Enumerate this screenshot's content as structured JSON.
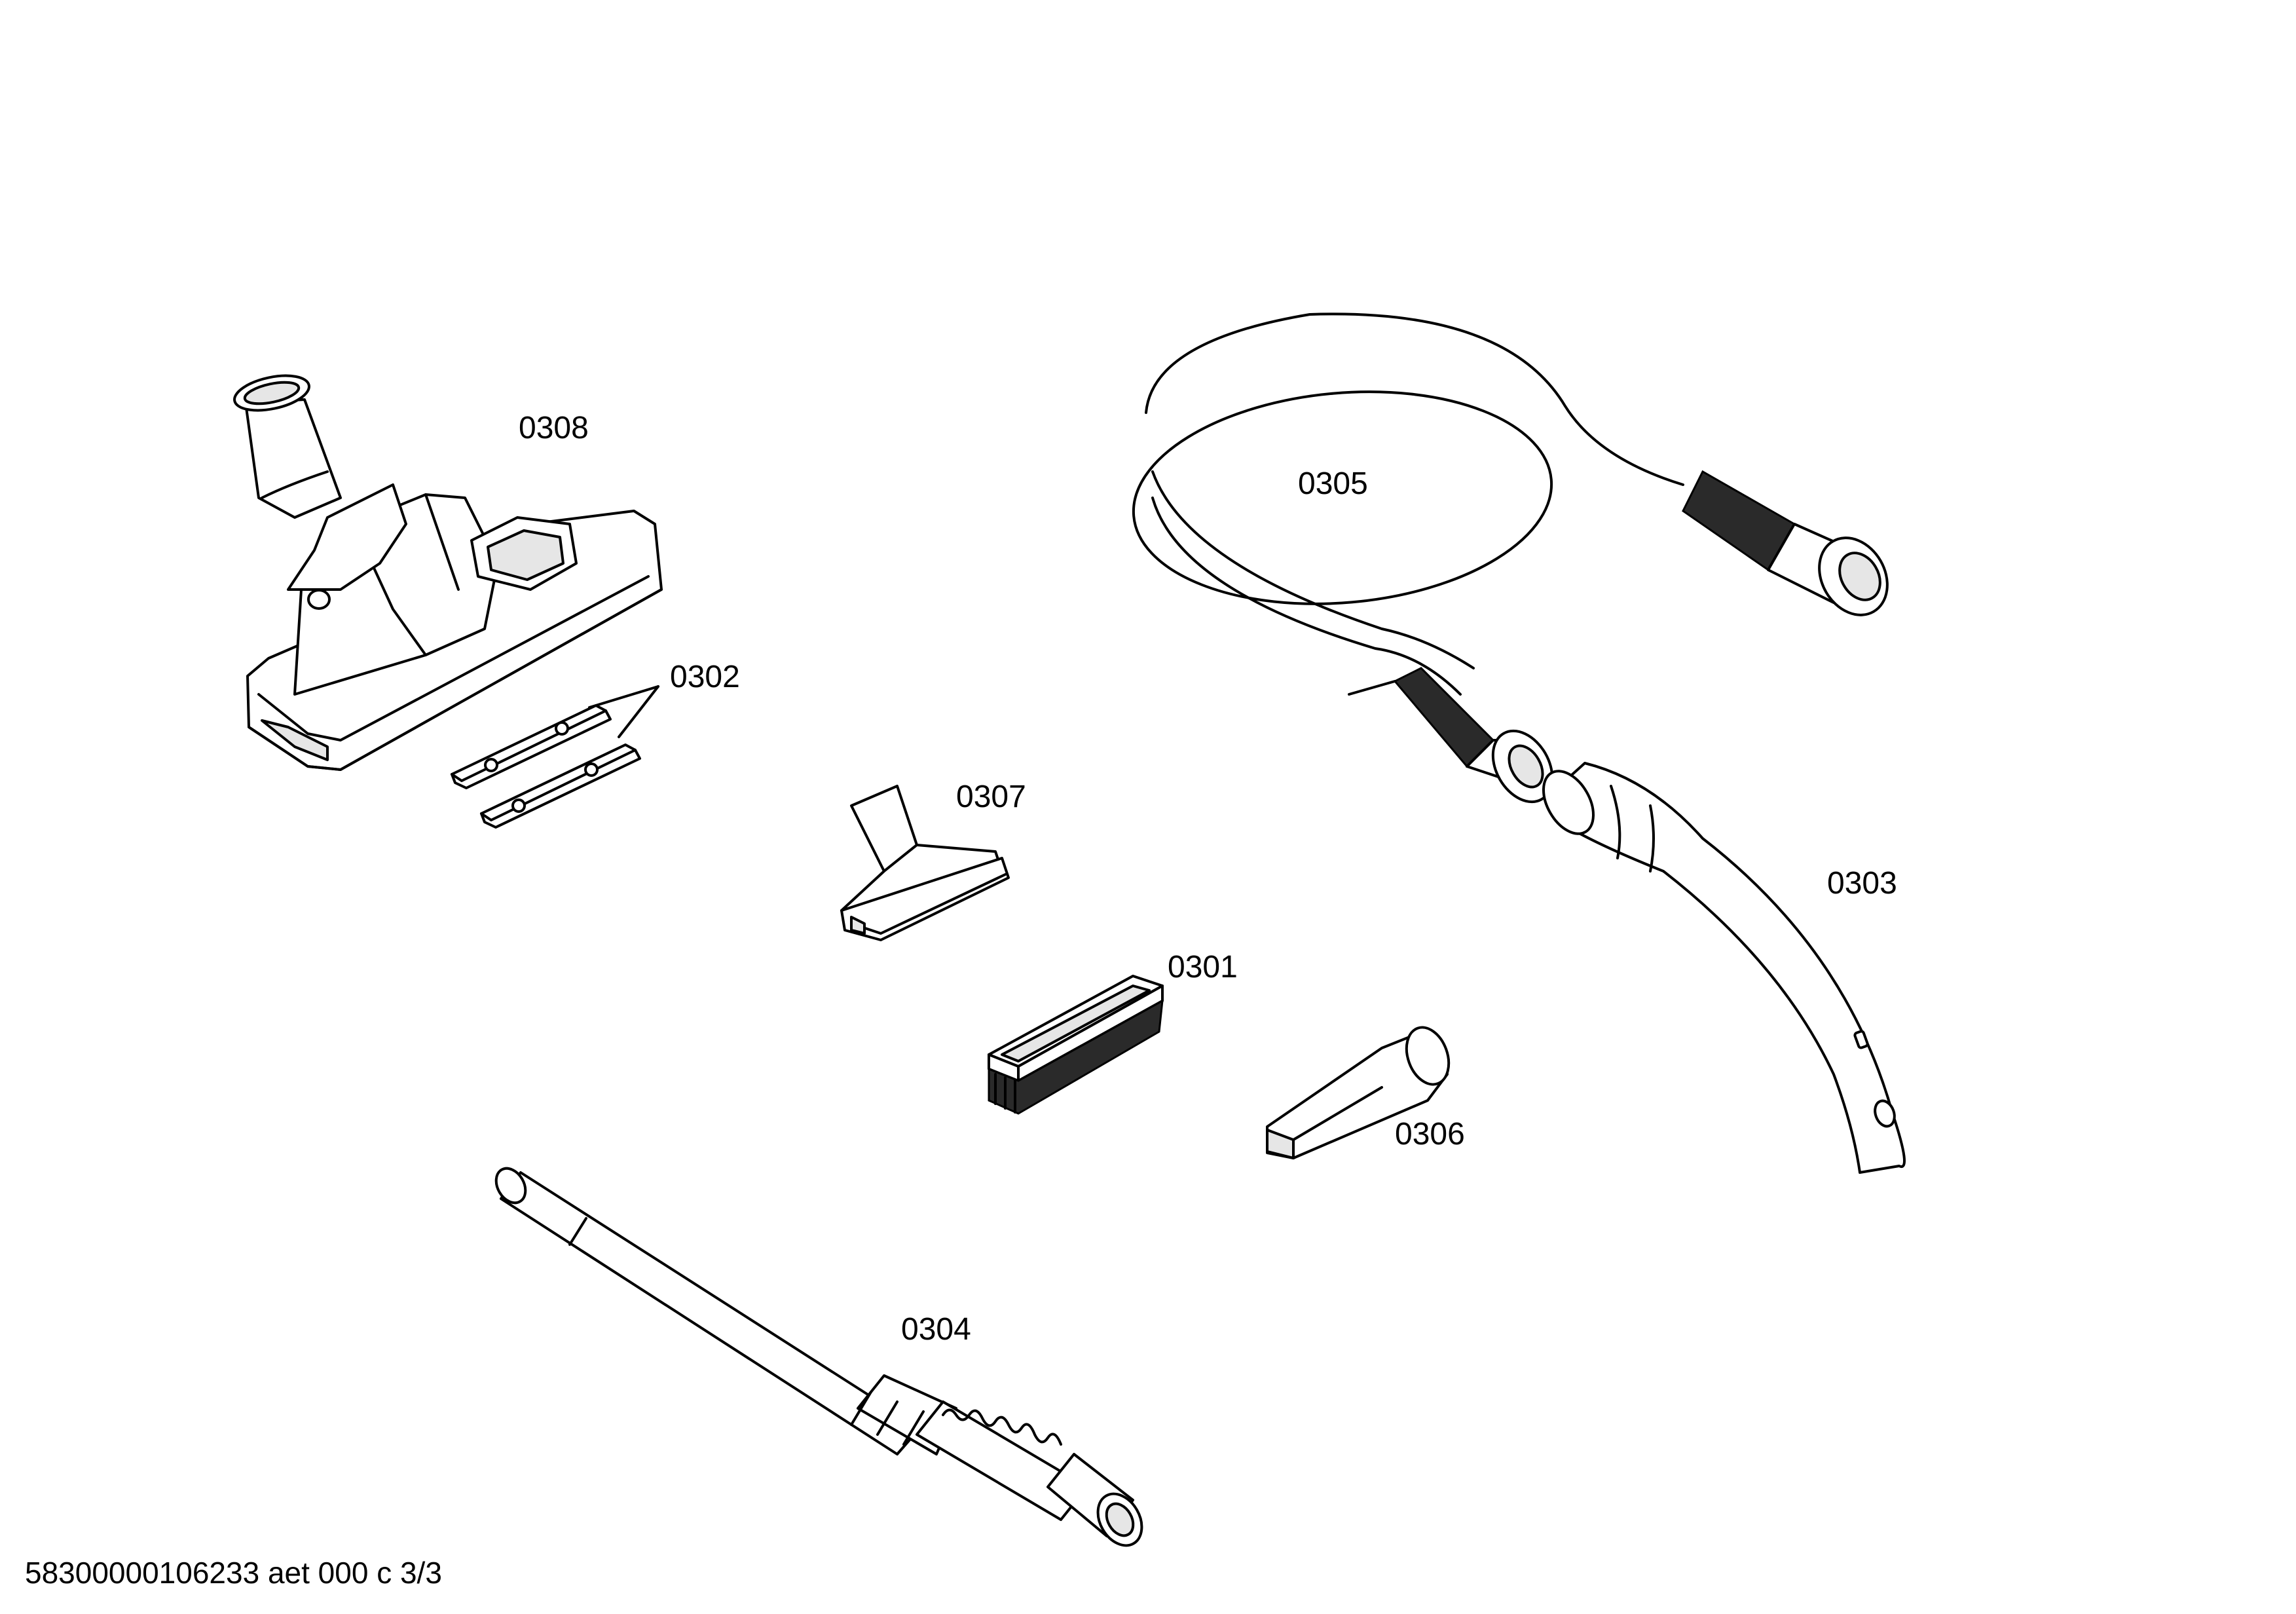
{
  "parts": [
    {
      "id": "floor-nozzle",
      "label": "0308"
    },
    {
      "id": "replacement-strips",
      "label": "0302"
    },
    {
      "id": "upholstery-nozzle",
      "label": "0307"
    },
    {
      "id": "brush-attachment",
      "label": "0301"
    },
    {
      "id": "crevice-tool",
      "label": "0306"
    },
    {
      "id": "telescopic-tube",
      "label": "0304"
    },
    {
      "id": "suction-hose",
      "label": "0305"
    },
    {
      "id": "hose-handle",
      "label": "0303"
    }
  ],
  "footer": {
    "document_code": "58300000106233 aet 000 c 3/3"
  }
}
